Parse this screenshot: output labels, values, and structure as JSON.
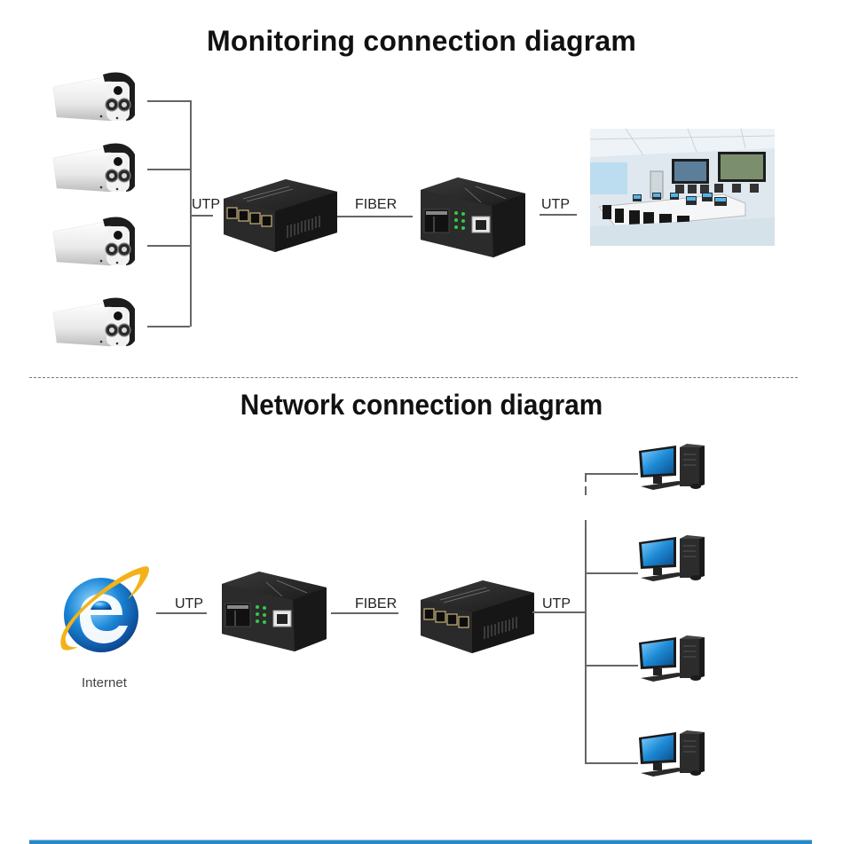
{
  "sections": {
    "monitoring": {
      "title": "Monitoring connection diagram",
      "devices": {
        "cameras": [
          "ip-camera",
          "ip-camera",
          "ip-camera",
          "ip-camera"
        ],
        "switch": "4-port-switch",
        "converter": "fiber-media-converter",
        "destination": "monitoring-control-room"
      },
      "links": {
        "cameras_to_switch": "UTP",
        "switch_to_converter": "FIBER",
        "converter_to_room": "UTP"
      }
    },
    "network": {
      "title": "Network connection diagram",
      "devices": {
        "source": "internet-explorer-logo",
        "converter": "fiber-media-converter",
        "switch": "4-port-switch",
        "computers": [
          "desktop-pc",
          "desktop-pc",
          "desktop-pc",
          "desktop-pc"
        ]
      },
      "internet_label": "Internet",
      "links": {
        "internet_to_converter": "UTP",
        "converter_to_switch": "FIBER",
        "switch_to_pcs": "UTP"
      }
    }
  },
  "colors": {
    "line": "#666666",
    "device_body": "#2b2b2b",
    "accent_bar": "#2a88c8",
    "monitor_screen": "#1f8fd6"
  }
}
